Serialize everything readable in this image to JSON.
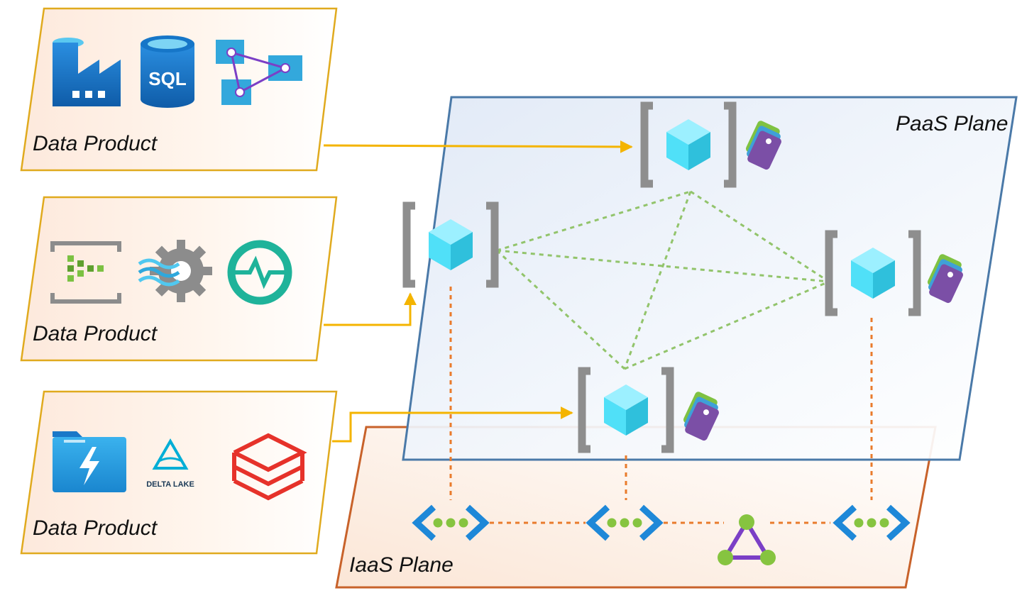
{
  "planes": {
    "paas_label": "PaaS Plane",
    "iaas_label": "IaaS Plane"
  },
  "data_products": [
    {
      "label": "Data Product",
      "icons": [
        "data-factory-icon",
        "sql-database-icon",
        "data-share-icon"
      ]
    },
    {
      "label": "Data Product",
      "icons": [
        "event-hubs-icon",
        "stream-analytics-icon",
        "monitor-icon"
      ]
    },
    {
      "label": "Data Product",
      "icons": [
        "data-lake-storage-icon",
        "delta-lake-icon",
        "databricks-icon"
      ]
    }
  ],
  "icons": {
    "sql_text": "SQL",
    "delta_text": "DELTA LAKE"
  },
  "colors": {
    "product_border": "#e0aa1e",
    "arrow": "#f4b400",
    "paas_border": "#4a79a8",
    "iaas_border": "#c8622a",
    "mesh_link": "#92c46b",
    "network_link": "#e97b2c",
    "cube": "#50e0f8",
    "bracket": "#8e8e8e"
  }
}
